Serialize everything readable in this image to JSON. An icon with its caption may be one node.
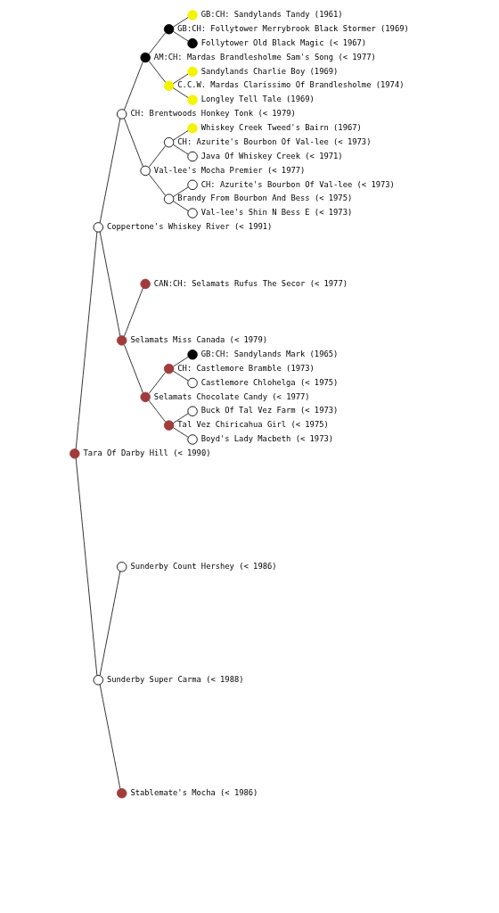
{
  "diagram": {
    "nodes": [
      {
        "text": [],
        "shape": "circle",
        "beside": [
          "GB:CH: Sandylands Tandy (1961)"
        ]
      },
      {
        "text": [],
        "shape": "circle",
        "beside": [
          "GB:CH: Follytower Merrybrook Black Stormer (1969)"
        ]
      },
      {
        "text": [],
        "shape": "circle",
        "beside": [
          "Follytower Old Black Magic (< 1967)"
        ]
      },
      {
        "text": [],
        "shape": "circle",
        "beside": [
          "AM:CH: Mardas Brandlesholme Sam's Song (< 1977)"
        ]
      },
      {
        "text": [],
        "shape": "circle",
        "beside": [
          "Sandylands Charlie Boy (1969)"
        ]
      },
      {
        "text": [],
        "shape": "circle",
        "beside": [
          "C.C.W. Mardas Clarissimo Of Brandlesholme (1974)"
        ]
      },
      {
        "text": [],
        "shape": "circle",
        "beside": [
          "Longley Tell Tale (1969)"
        ]
      },
      {
        "text": [],
        "shape": "circle",
        "beside": [
          "CH: Brentwoods Honkey Tonk (< 1979)"
        ]
      },
      {
        "text": [],
        "shape": "circle",
        "beside": [
          "Whiskey Creek Tweed's Bairn (1967)"
        ]
      },
      {
        "text": [],
        "shape": "circle",
        "beside": [
          "CH: Azurite's Bourbon Of Val-lee (< 1973)"
        ]
      },
      {
        "text": [],
        "shape": "circle",
        "beside": [
          "Java Of Whiskey Creek (< 1971)"
        ]
      },
      {
        "text": [],
        "shape": "circle",
        "beside": [
          "Val-lee's Mocha Premier (< 1977)"
        ]
      },
      {
        "text": [],
        "shape": "circle",
        "beside": [
          "CH: Azurite's Bourbon Of Val-lee (< 1973)"
        ]
      },
      {
        "text": [],
        "shape": "circle",
        "beside": [
          "Brandy From Bourbon And Bess (< 1975)"
        ]
      },
      {
        "text": [],
        "shape": "circle",
        "beside": [
          "Val-lee's Shin N Bess E (< 1973)"
        ]
      },
      {
        "text": [],
        "shape": "circle",
        "beside": [
          "Coppertone's Whiskey River (< 1991)"
        ]
      },
      {
        "text": [],
        "shape": "circle",
        "beside": [
          "CAN:CH: Selamats Rufus The Secor (< 1977)"
        ]
      },
      {
        "text": [],
        "shape": "circle",
        "beside": [
          "Selamats Miss Canada (< 1979)"
        ]
      },
      {
        "text": [],
        "shape": "circle",
        "beside": [
          "GB:CH: Sandylands Mark (1965)"
        ]
      },
      {
        "text": [],
        "shape": "circle",
        "beside": [
          "CH: Castlemore Bramble (1973)"
        ]
      },
      {
        "text": [],
        "shape": "circle",
        "beside": [
          "Castlemore Chlohelga (< 1975)"
        ]
      },
      {
        "text": [],
        "shape": "circle",
        "beside": [
          "Selamats Chocolate Candy (< 1977)"
        ]
      },
      {
        "text": [],
        "shape": "circle",
        "beside": [
          "Buck Of Tal Vez Farm (< 1973)"
        ]
      },
      {
        "text": [],
        "shape": "circle",
        "beside": [
          "Tal Vez Chiricahua Girl (< 1975)"
        ]
      },
      {
        "text": [],
        "shape": "circle",
        "beside": [
          "Boyd's Lady Macbeth (< 1973)"
        ]
      },
      {
        "text": [],
        "shape": "circle",
        "beside": [
          "Tara Of Darby Hill (< 1990)"
        ]
      },
      {
        "text": [],
        "shape": "circle",
        "beside": [
          "Sunderby Count Hershey (< 1986)"
        ]
      },
      {
        "text": [],
        "shape": "circle",
        "beside": [
          "Sunderby Super Carma (< 1988)"
        ]
      },
      {
        "text": [],
        "shape": "circle",
        "beside": [
          "Stablemate's Mocha (< 1986)"
        ]
      }
    ],
    "edges": [
      {
        "from": 25,
        "to": 15,
        "arrow": "none"
      },
      {
        "from": 25,
        "to": 27,
        "arrow": "none"
      },
      {
        "from": 15,
        "to": 7,
        "arrow": "none"
      },
      {
        "from": 15,
        "to": 17,
        "arrow": "none"
      },
      {
        "from": 7,
        "to": 3,
        "arrow": "none"
      },
      {
        "from": 7,
        "to": 11,
        "arrow": "none"
      },
      {
        "from": 3,
        "to": 1,
        "arrow": "none"
      },
      {
        "from": 3,
        "to": 5,
        "arrow": "none"
      },
      {
        "from": 1,
        "to": 0,
        "arrow": "none"
      },
      {
        "from": 1,
        "to": 2,
        "arrow": "none"
      },
      {
        "from": 5,
        "to": 4,
        "arrow": "none"
      },
      {
        "from": 5,
        "to": 6,
        "arrow": "none"
      },
      {
        "from": 11,
        "to": 9,
        "arrow": "none"
      },
      {
        "from": 11,
        "to": 13,
        "arrow": "none"
      },
      {
        "from": 9,
        "to": 8,
        "arrow": "none"
      },
      {
        "from": 9,
        "to": 10,
        "arrow": "none"
      },
      {
        "from": 13,
        "to": 12,
        "arrow": "none"
      },
      {
        "from": 13,
        "to": 14,
        "arrow": "none"
      },
      {
        "from": 17,
        "to": 16,
        "arrow": "none"
      },
      {
        "from": 17,
        "to": 21,
        "arrow": "none"
      },
      {
        "from": 21,
        "to": 19,
        "arrow": "none"
      },
      {
        "from": 21,
        "to": 23,
        "arrow": "none"
      },
      {
        "from": 19,
        "to": 18,
        "arrow": "none"
      },
      {
        "from": 19,
        "to": 20,
        "arrow": "none"
      },
      {
        "from": 23,
        "to": 22,
        "arrow": "none"
      },
      {
        "from": 23,
        "to": 24,
        "arrow": "none"
      },
      {
        "from": 27,
        "to": 26,
        "arrow": "none"
      },
      {
        "from": 27,
        "to": 28,
        "arrow": "none"
      }
    ]
  }
}
